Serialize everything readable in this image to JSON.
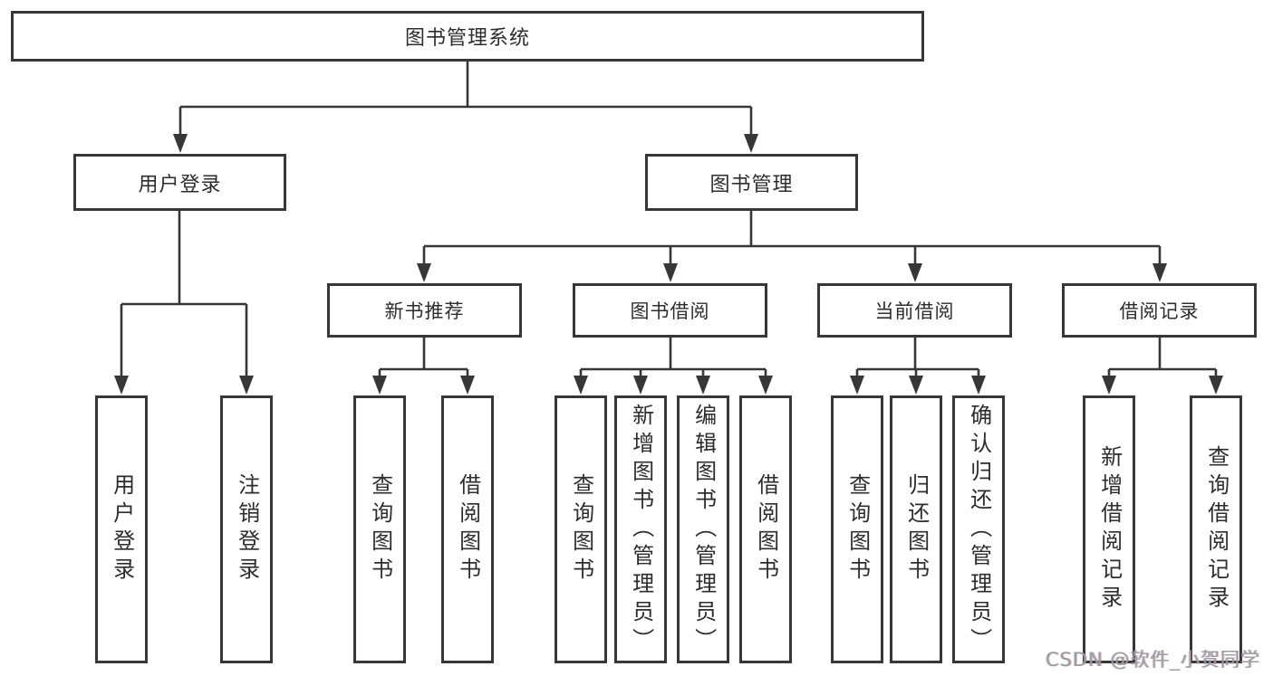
{
  "colors": {
    "line": "#373737",
    "border": "#373737",
    "text": "#2d2d2d",
    "background": "#ffffff",
    "watermark": "#9d9d9d"
  },
  "tree": {
    "root": {
      "label": "图书管理系统"
    },
    "level2": [
      {
        "label": "用户登录"
      },
      {
        "label": "图书管理"
      }
    ],
    "level3": [
      {
        "label": "新书推荐"
      },
      {
        "label": "图书借阅"
      },
      {
        "label": "当前借阅"
      },
      {
        "label": "借阅记录"
      }
    ],
    "leaves": {
      "user_login": [
        {
          "label": "用户登录"
        },
        {
          "label": "注销登录"
        }
      ],
      "new_book_recommend": [
        {
          "label": "查询图书"
        },
        {
          "label": "借阅图书"
        }
      ],
      "book_borrow": [
        {
          "label": "查询图书"
        },
        {
          "label": "新增图书（管理员）"
        },
        {
          "label": "编辑图书（管理员）"
        },
        {
          "label": "借阅图书"
        }
      ],
      "current_borrow": [
        {
          "label": "查询图书"
        },
        {
          "label": "归还图书"
        },
        {
          "label": "确认归还（管理员）"
        }
      ],
      "borrow_records": [
        {
          "label": "新增借阅记录"
        },
        {
          "label": "查询借阅记录"
        }
      ]
    }
  },
  "watermark": {
    "text": "CSDN @软件_小贺同学"
  }
}
